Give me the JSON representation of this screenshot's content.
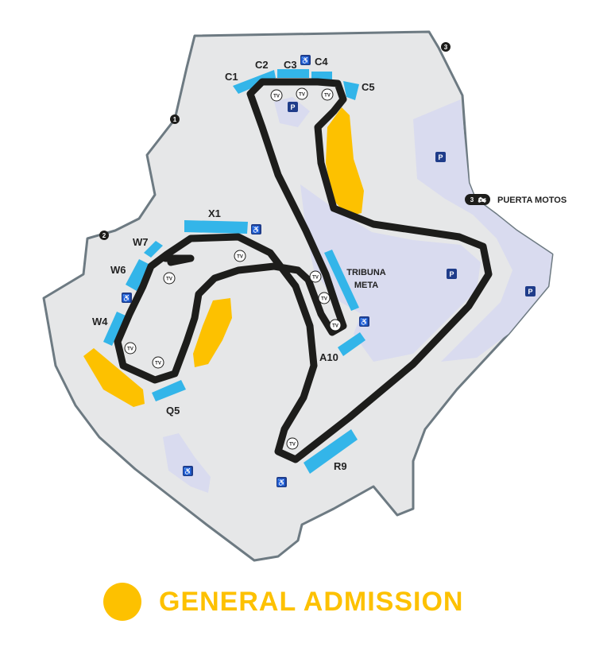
{
  "colors": {
    "venue": "#e6e7e8",
    "venue_border": "#6d7a82",
    "zone": "#d9dbef",
    "grandstand": "#33b5e9",
    "track": "#1d1d1b",
    "general_admission": "#fdc100",
    "icon_bg": "#1f3c8a"
  },
  "grandstands": {
    "c1": "C1",
    "c2": "C2",
    "c3": "C3",
    "c4": "C4",
    "c5": "C5",
    "x1": "X1",
    "w7": "W7",
    "w6": "W6",
    "w4": "W4",
    "q5": "Q5",
    "a10": "A10",
    "r9": "R9",
    "tribuna_line1": "TRIBUNA",
    "tribuna_line2": "META"
  },
  "gates": {
    "gate1": "1",
    "gate2": "2",
    "gate3_top": "3",
    "gate3_right": "3"
  },
  "gate_label": "PUERTA MOTOS",
  "tv_label": "TV",
  "parking_label": "P",
  "legend": {
    "label": "GENERAL ADMISSION"
  }
}
